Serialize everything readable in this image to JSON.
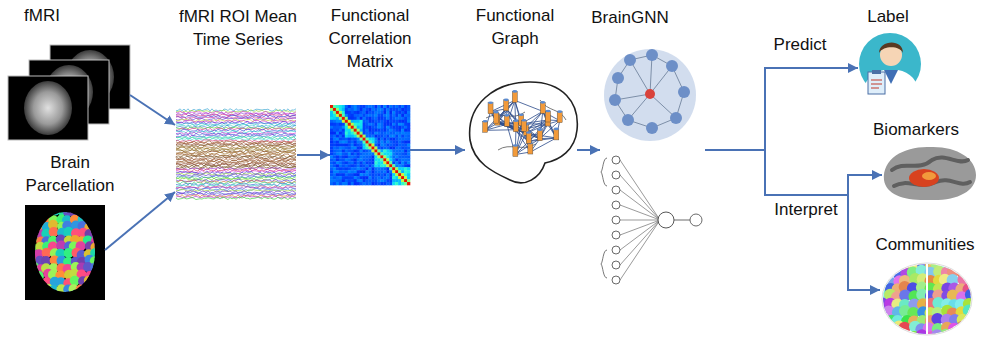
{
  "diagram": {
    "nodes": [
      {
        "text": [
          "fMRI"
        ]
      },
      {
        "text": [
          "Brain Parcellation"
        ]
      },
      {
        "text": [
          "fMRI ROI Mean Time Series"
        ]
      },
      {
        "text": [
          "Functional Correlation Matrix"
        ]
      },
      {
        "text": [
          "Functional Graph"
        ]
      },
      {
        "text": [
          "BrainGNN"
        ]
      },
      {
        "text": [
          "Label"
        ]
      },
      {
        "text": [
          "Biomarkers"
        ]
      },
      {
        "text": [
          "Communities"
        ]
      }
    ],
    "edges": [
      {
        "from": 0,
        "to": 2,
        "arrow": "to"
      },
      {
        "from": 1,
        "to": 2,
        "arrow": "to"
      },
      {
        "from": 2,
        "to": 3,
        "arrow": "to"
      },
      {
        "from": 3,
        "to": 4,
        "arrow": "to"
      },
      {
        "from": 4,
        "to": 5,
        "arrow": "to"
      },
      {
        "from": 5,
        "to": 6,
        "arrow": "to",
        "label": "Predict"
      },
      {
        "from": 5,
        "to": 7,
        "arrow": "to",
        "label": "Interpret"
      },
      {
        "from": 5,
        "to": 8,
        "arrow": "to"
      }
    ]
  }
}
